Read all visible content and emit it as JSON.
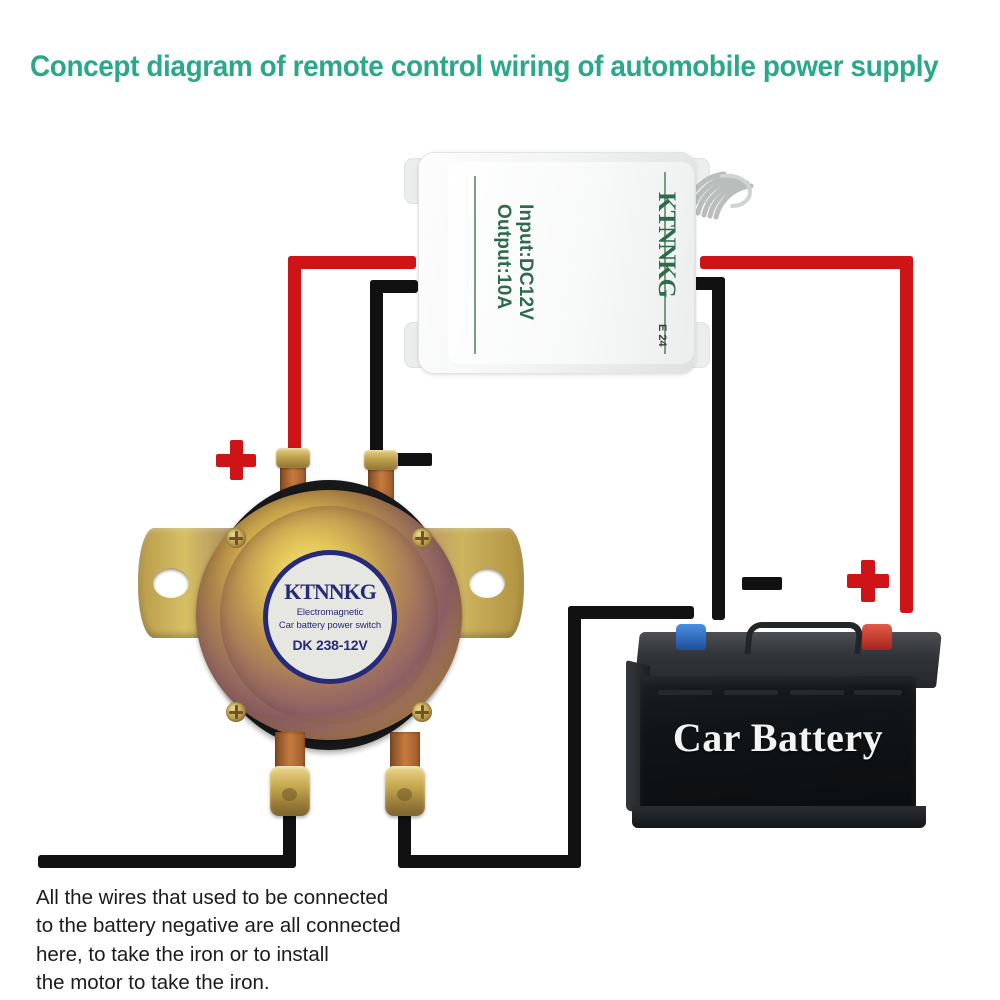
{
  "title": "Concept diagram of remote control wiring of automobile power supply",
  "colors": {
    "title_teal": "#2aa98a",
    "wire_red": "#cf1418",
    "wire_black": "#111111",
    "module_green_text": "#2f6b4b",
    "label_blue": "#262a7a",
    "battery_neg_terminal": "#1b4f9c",
    "battery_pos_terminal": "#a5251b"
  },
  "receiver_module": {
    "brand": "KTNNKG",
    "spec_line_1": "Input:DC12V",
    "spec_line_2": "Output:10A",
    "code": "E 24",
    "antenna": "coil-antenna"
  },
  "solenoid": {
    "brand": "KTNNKG",
    "desc_line_1": "Electromagnetic",
    "desc_line_2": "Car battery power switch",
    "model": "DK 238-12V",
    "terminal_plus": "+",
    "terminal_minus": "–"
  },
  "battery": {
    "name": "Car Battery",
    "terminal_plus": "+",
    "terminal_minus": "–"
  },
  "caption": "All the wires that used to be connected\nto the battery negative are all connected\nhere, to take the iron or to install\nthe motor to take the iron."
}
